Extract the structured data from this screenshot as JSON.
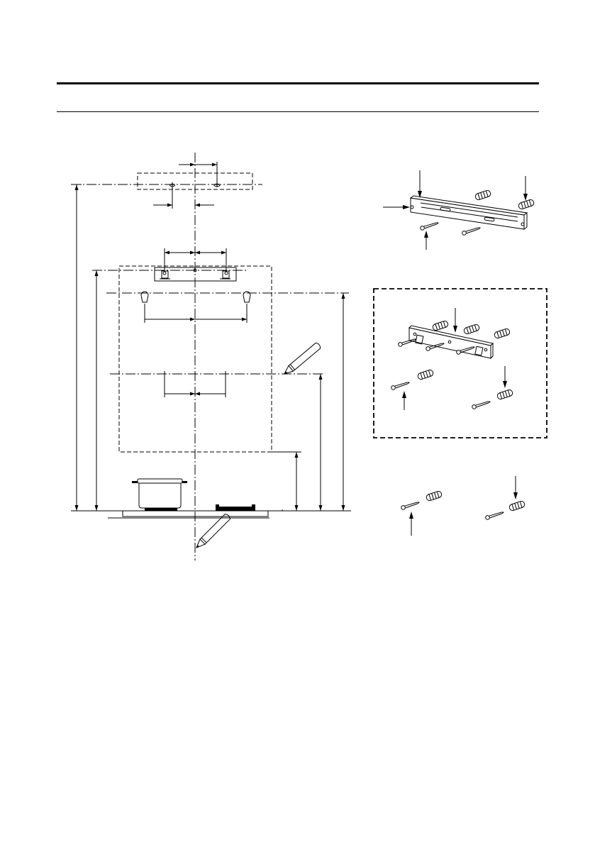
{
  "page": {
    "background": "#ffffff",
    "line_color": "#000000"
  },
  "figure": {
    "title": "",
    "main_drawing": [
      "centerline",
      "top-outlet-cover",
      "hood-outline",
      "wall-bracket",
      "keyhole-slots",
      "pencil-marks",
      "hob-with-pot",
      "dimension-lines"
    ],
    "detail_panels": [
      "support-bracket-with-plugs-and-screws",
      "wall-bracket-with-plugs-and-screws",
      "loose-plugs-and-screws"
    ],
    "icons": [
      "pencil-icon",
      "pot-icon",
      "hob-icon",
      "wall-plug-icon",
      "screw-icon",
      "bracket-icon",
      "arrow-icon"
    ]
  }
}
